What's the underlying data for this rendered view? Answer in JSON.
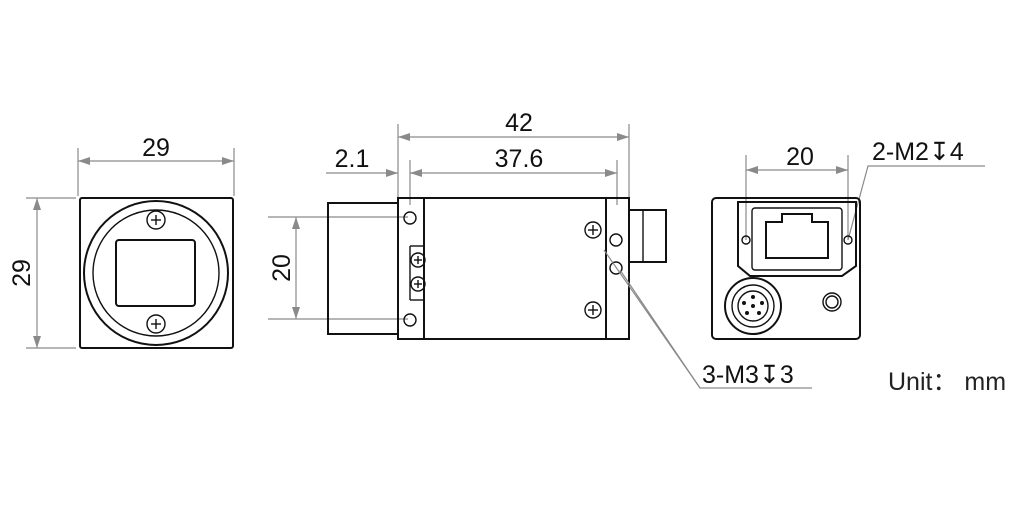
{
  "front_view": {
    "width_label": "29",
    "height_label": "29"
  },
  "side_view": {
    "total_length_label": "42",
    "body_length_label": "37.6",
    "flange_label": "2.1",
    "hole_spacing_label": "20",
    "hole_callout": "3-M3↧3"
  },
  "rear_view": {
    "hole_spacing_label": "20",
    "hole_callout": "2-M2↧4",
    "connectors": [
      "rj45-port-icon",
      "circular-io-connector-icon",
      "status-led-icon"
    ]
  },
  "unit_label": "Unit： mm"
}
